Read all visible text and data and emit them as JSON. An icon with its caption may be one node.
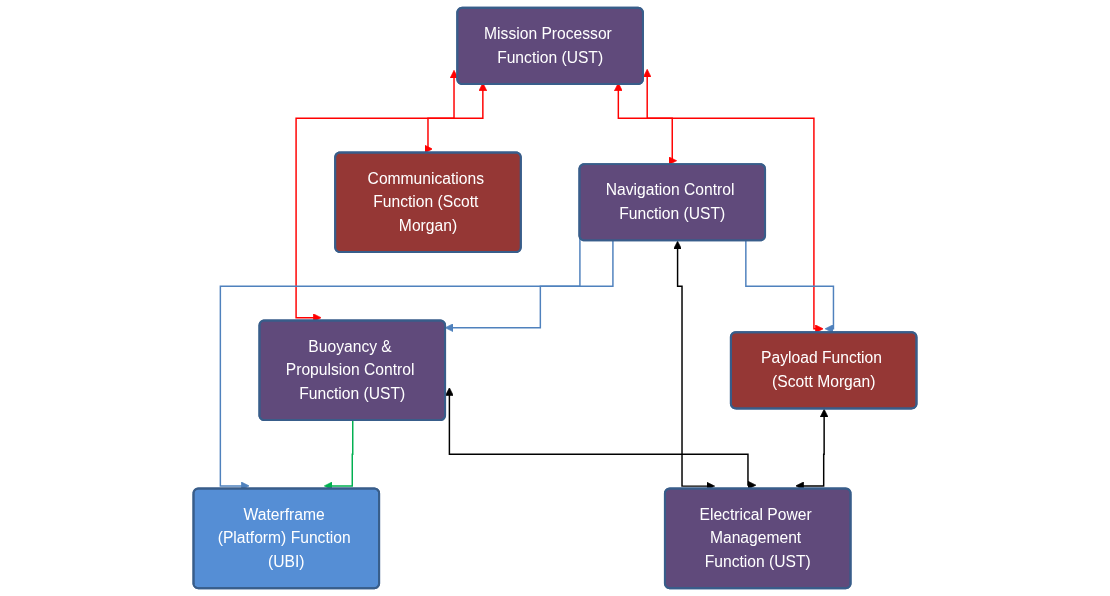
{
  "diagram": {
    "nodes": [
      {
        "text": [
          "Mission Processor Function (UST)"
        ]
      },
      {
        "text": [
          "Waterframe (Platform) Function (UBI)"
        ]
      },
      {
        "text": [
          "Navigation Control Function (UST)"
        ]
      },
      {
        "text": [
          "Buoyancy & Propulsion Control Function (UST)"
        ]
      },
      {
        "text": [
          "Payload Function (Scott Morgan)"
        ]
      },
      {
        "text": [
          "Communications Function (Scott Morgan)"
        ]
      },
      {
        "text": [
          "Electrical Power Management Function (UST)"
        ]
      }
    ],
    "edges": [
      {
        "from": 0,
        "to": 2,
        "arrow": "both",
        "color": "#ff0000"
      },
      {
        "from": 0,
        "to": 3,
        "arrow": "both",
        "color": "#ff0000"
      },
      {
        "from": 0,
        "to": 4,
        "arrow": "both",
        "color": "#ff0000"
      },
      {
        "from": 0,
        "to": 5,
        "arrow": "both",
        "color": "#ff0000"
      },
      {
        "from": 2,
        "to": 3,
        "arrow": "to",
        "color": "#4f81bd"
      },
      {
        "from": 2,
        "to": 4,
        "arrow": "to",
        "color": "#4f81bd"
      },
      {
        "from": 2,
        "to": 1,
        "arrow": "to",
        "color": "#4f81bd"
      },
      {
        "from": 3,
        "to": 1,
        "arrow": "to",
        "color": "#00b050"
      },
      {
        "from": 2,
        "to": 6,
        "arrow": "both",
        "color": "#000000"
      },
      {
        "from": 3,
        "to": 6,
        "arrow": "both",
        "color": "#000000"
      },
      {
        "from": 4,
        "to": 6,
        "arrow": "both",
        "color": "#000000"
      }
    ]
  }
}
